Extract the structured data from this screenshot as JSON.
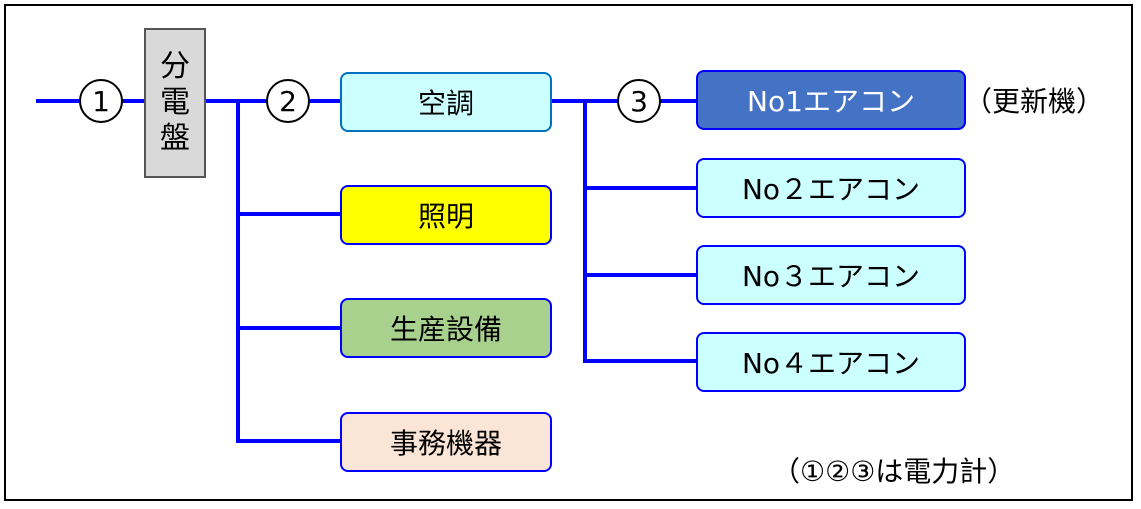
{
  "panel": {
    "label": "分電盤"
  },
  "meters": [
    "1",
    "2",
    "3"
  ],
  "loads": [
    {
      "label": "空調",
      "fill": "#ccffff",
      "border": "#0070c0"
    },
    {
      "label": "照明",
      "fill": "#ffff00",
      "border": "#0000ff"
    },
    {
      "label": "生産設備",
      "fill": "#a9d18e",
      "border": "#0000ff"
    },
    {
      "label": "事務機器",
      "fill": "#fbe5d6",
      "border": "#0000ff"
    }
  ],
  "aircons": [
    {
      "label": "No1エアコン",
      "fill": "#4472c4",
      "border": "#0000ff",
      "text_color": "#ffffff"
    },
    {
      "label": "No２エアコン",
      "fill": "#ccffff",
      "border": "#0000ff",
      "text_color": "#000000"
    },
    {
      "label": "No３エアコン",
      "fill": "#ccffff",
      "border": "#0000ff",
      "text_color": "#000000"
    },
    {
      "label": "No４エアコン",
      "fill": "#ccffff",
      "border": "#0000ff",
      "text_color": "#000000"
    }
  ],
  "notes": {
    "renewal": "（更新機）",
    "meter_note": "（①②③は電力計）"
  },
  "colors": {
    "line": "#0000ff"
  }
}
